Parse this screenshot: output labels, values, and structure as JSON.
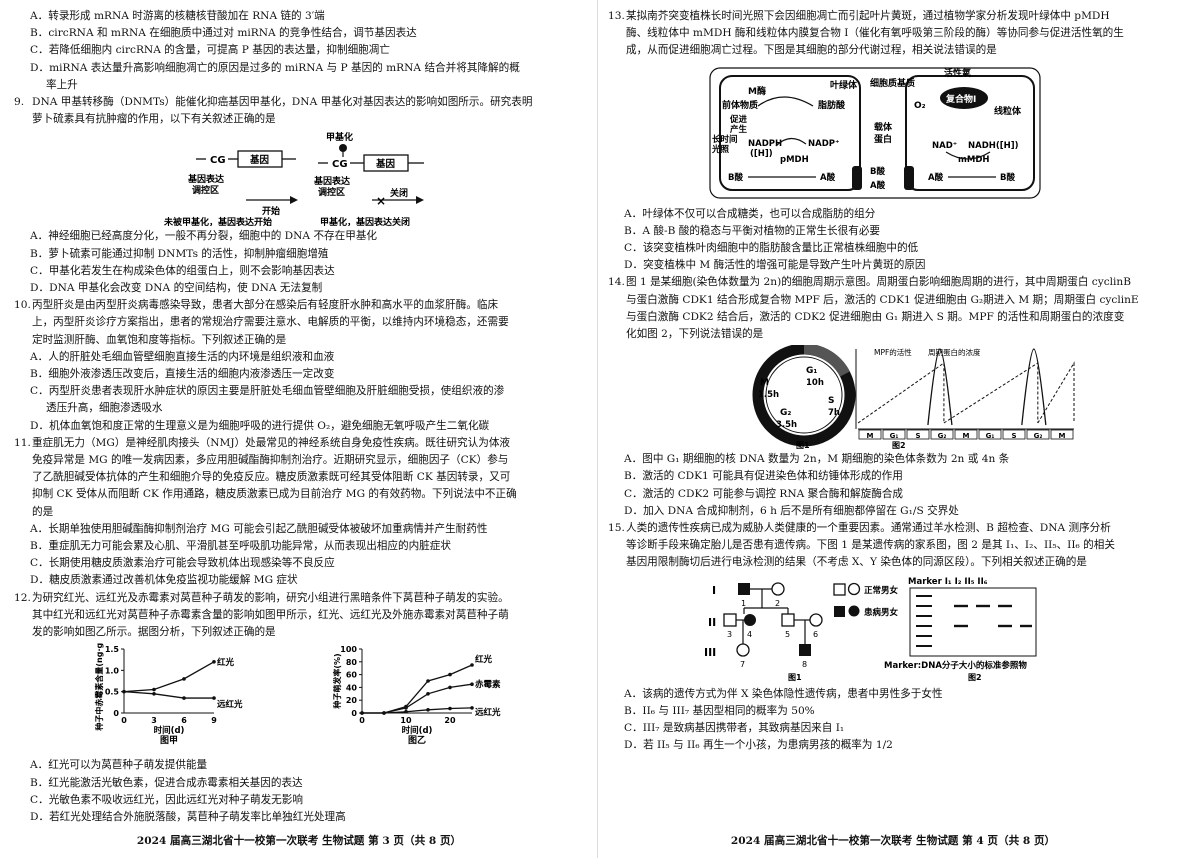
{
  "left": {
    "q8_options": [
      "A．转录形成 mRNA 时游离的核糖核苷酸加在 RNA 链的 3′端",
      "B．circRNA 和 mRNA 在细胞质中通过对 miRNA 的竞争性结合，调节基因表达",
      "C．若降低细胞内 circRNA 的含量，可提高 P 基因的表达量，抑制细胞凋亡",
      "D．miRNA 表达量升高影响细胞凋亡的原因是过多的 miRNA 与 P 基因的 mRNA 结合并将其降解的概",
      "率上升"
    ],
    "q9": {
      "num": "9.",
      "stem": [
        "DNA 甲基转移酶（DNMTs）能催化抑癌基因甲基化，DNA 甲基化对基因表达的影响如图所示。研究表明",
        "萝卜硫素具有抗肿瘤的作用，以下有关叙述正确的是"
      ],
      "fig": {
        "methyl": "甲基化",
        "cg": "CG",
        "gene": "基因",
        "region": [
          "基因表达",
          "调控区"
        ],
        "start": "开始",
        "off": "关闭",
        "cap_left": "未被甲基化，基因表达开始",
        "cap_right": "甲基化，基因表达关闭"
      },
      "options": [
        "A．神经细胞已经高度分化，一般不再分裂，细胞中的 DNA 不存在甲基化",
        "B．萝卜硫素可能通过抑制 DNMTs 的活性，抑制肿瘤细胞增殖",
        "C．甲基化若发生在构成染色体的组蛋白上，则不会影响基因表达",
        "D．DNA 甲基化会改变 DNA 的空间结构，使 DNA 无法复制"
      ]
    },
    "q10": {
      "num": "10.",
      "stem": [
        "丙型肝炎是由丙型肝炎病毒感染导致，患者大部分在感染后有轻度肝水肿和高水平的血浆肝酶。临床",
        "上，丙型肝炎诊疗方案指出，患者的常规治疗需要注意水、电解质的平衡，以维持内环境稳态，还需要",
        "定时监测肝酶、血氧饱和度等指标。下列叙述正确的是"
      ],
      "options": [
        "A．人的肝脏处毛细血管壁细胞直接生活的内环境是组织液和血液",
        "B．细胞外液渗透压改变后，直接生活的细胞内液渗透压一定改变",
        "C．丙型肝炎患者表现肝水肿症状的原因主要是肝脏处毛细血管壁细胞及肝脏细胞受损，使组织液的渗",
        "透压升高，细胞渗透吸水",
        "D．机体血氧饱和度正常的生理意义是为细胞呼吸的进行提供 O₂，避免细胞无氧呼吸产生二氧化碳"
      ]
    },
    "q11": {
      "num": "11.",
      "stem": [
        "重症肌无力（MG）是神经肌肉接头（NMJ）处最常见的神经系统自身免疫性疾病。既往研究认为体液",
        "免疫异常是 MG 的唯一发病因素，多应用胆碱酯酶抑制剂治疗。近期研究显示，细胞因子（CK）参与",
        "了乙酰胆碱受体抗体的产生和细胞介导的免疫反应。糖皮质激素既可经其受体阻断 CK 基因转录，又可",
        "抑制 CK 受体从而阻断 CK 作用通路，糖皮质激素已成为目前治疗 MG 的有效药物。下列说法中不正确",
        "的是"
      ],
      "options": [
        "A．长期单独使用胆碱酯酶抑制剂治疗 MG 可能会引起乙酰胆碱受体被破坏加重病情并产生耐药性",
        "B．重症肌无力可能会累及心肌、平滑肌甚至呼吸肌功能异常，从而表现出相应的内脏症状",
        "C．长期使用糖皮质激素治疗可能会导致机体出现感染等不良反应",
        "D．糖皮质激素通过改善机体免疫监视功能缓解 MG 症状"
      ]
    },
    "q12": {
      "num": "12.",
      "stem": [
        "为研究红光、远红光及赤霉素对莴苣种子萌发的影响，研究小组进行黑暗条件下莴苣种子萌发的实验。",
        "其中红光和远红光对莴苣种子赤霉素含量的影响如图甲所示，红光、远红光及外施赤霉素对莴苣种子萌",
        "发的影响如图乙所示。据图分析，下列叙述正确的是"
      ],
      "options": [
        "A．红光可以为莴苣种子萌发提供能量",
        "B．红光能激活光敏色素，促进合成赤霉素相关基因的表达",
        "C．光敏色素不吸收远红光，因此远红光对种子萌发无影响",
        "D．若红光处理结合外施脱落酸，莴苣种子萌发率比单独红光处理高"
      ]
    },
    "footer": "2024 届高三湖北省十一校第一次联考 生物试题 第 3 页（共 8 页）"
  },
  "chart_data": [
    {
      "type": "line",
      "title": "图甲",
      "xlabel": "时间(d)",
      "ylabel": "种子中赤霉素含量(ng·g⁻¹)",
      "x": [
        0,
        3,
        6,
        9
      ],
      "xticks": [
        "0",
        "3",
        "6",
        "9"
      ],
      "yticks": [
        "0",
        "0.5",
        "1.0",
        "1.5"
      ],
      "ylim": [
        0,
        1.5
      ],
      "series": [
        {
          "name": "红光",
          "values": [
            0.5,
            0.55,
            0.8,
            1.2
          ]
        },
        {
          "name": "远红光",
          "values": [
            0.5,
            0.45,
            0.35,
            0.35
          ]
        }
      ]
    },
    {
      "type": "line",
      "title": "图乙",
      "xlabel": "时间(d)",
      "ylabel": "种子萌发率(%)",
      "x": [
        0,
        5,
        10,
        15,
        20,
        25
      ],
      "xticks": [
        "0",
        "10",
        "20"
      ],
      "yticks": [
        "0",
        "20",
        "40",
        "60",
        "80",
        "100"
      ],
      "ylim": [
        0,
        100
      ],
      "series": [
        {
          "name": "红光",
          "values": [
            0,
            0,
            10,
            50,
            60,
            75
          ]
        },
        {
          "name": "赤霉素",
          "values": [
            0,
            0,
            8,
            30,
            40,
            45
          ]
        },
        {
          "name": "远红光",
          "values": [
            0,
            0,
            2,
            5,
            7,
            8
          ]
        }
      ]
    },
    {
      "type": "line",
      "title": "图2",
      "legend": [
        "MPF的活性",
        "周期蛋白的浓度"
      ],
      "ticks": [
        "M",
        "G₁",
        "S",
        "G₂",
        "M",
        "G₁",
        "S",
        "G₂",
        "M"
      ]
    }
  ],
  "right": {
    "q13": {
      "num": "13.",
      "stem": [
        "某拟南芥突变植株长时间光照下会因细胞凋亡而引起叶片黄斑，通过植物学家分析发现叶绿体中 pMDH",
        "酶、线粒体中 mMDH 酶和线粒体内膜复合物 I（催化有氧呼吸第三阶段的酶）等协同参与促进活性氧的生",
        "成，从而促进细胞凋亡过程。下图是其细胞的部分代谢过程，相关说法错误的是"
      ],
      "fig": {
        "chloroplast": "叶绿体",
        "cytosol": "细胞质基质",
        "ros": "活性氧",
        "mito": "线粒体",
        "complex": "复合物Ⅰ",
        "enzymeM": "M酶",
        "fatty": "脂肪酸",
        "precursor": "前体物质",
        "promote": [
          "促进",
          "产生"
        ],
        "light": [
          "长时间",
          "光照"
        ],
        "nadph": "NADPH",
        "nadp": "NADP⁺",
        "h": "([H])",
        "pmdh": "pMDH",
        "mmdh": "mMDH",
        "carrier": [
          "载体",
          "蛋白"
        ],
        "o2": "O₂",
        "nad": "NAD⁺",
        "nadh": "NADH([H])",
        "acidA": "A酸",
        "acidB": "B酸"
      },
      "options": [
        "A．叶绿体不仅可以合成糖类，也可以合成脂肪的组分",
        "B．A 酸-B 酸的稳态与平衡对植物的正常生长很有必要",
        "C．该突变植株叶肉细胞中的脂肪酸含量比正常植株细胞中的低",
        "D．突变植株中 M 酶活性的增强可能是导致产生叶片黄斑的原因"
      ]
    },
    "q14": {
      "num": "14.",
      "stem": [
        "图 1 是某细胞(染色体数量为 2n)的细胞周期示意图。周期蛋白影响细胞周期的进行，其中周期蛋白 cyclinB",
        "与蛋白激酶 CDK1 结合形成复合物 MPF 后，激活的 CDK1 促进细胞由 G₂期进入 M 期；周期蛋白 cyclinE",
        "与蛋白激酶 CDK2 结合后，激活的 CDK2 促进细胞由 G₁ 期进入 S 期。MPF 的活性和周期蛋白的浓度变",
        "化如图 2，下列说法错误的是"
      ],
      "fig1": {
        "m": "M",
        "m_t": "1.5h",
        "g1": "G₁",
        "g1_t": "10h",
        "s": "S",
        "s_t": "7h",
        "g2": "G₂",
        "g2_t": "3.5h",
        "cap": "图1"
      },
      "fig2cap": "图2",
      "options": [
        "A．图中 G₁ 期细胞的核 DNA 数量为 2n，M 期细胞的染色体条数为 2n 或 4n 条",
        "B．激活的 CDK1 可能具有促进染色体和纺锤体形成的作用",
        "C．激活的 CDK2 可能参与调控 RNA 聚合酶和解旋酶合成",
        "D．加入 DNA 合成抑制剂，6 h 后不是所有细胞都停留在 G₁/S 交界处"
      ]
    },
    "q15": {
      "num": "15.",
      "stem": [
        "人类的遗传性疾病已成为威胁人类健康的一个重要因素。通常通过羊水检测、B 超检查、DNA 测序分析",
        "等诊断手段来确定胎儿是否患有遗传病。下图 1 是某遗传病的家系图，图 2 是其 I₁、I₂、II₅、II₆ 的相关",
        "基因用限制酶切后进行电泳检测的结果（不考虑 X、Y 染色体的同源区段）。下列相关叙述正确的是"
      ],
      "pedigree": {
        "gen": [
          "I",
          "II",
          "III"
        ],
        "nums": [
          "1",
          "2",
          "3",
          "4",
          "5",
          "6",
          "7",
          "8"
        ],
        "legend_normal": "正常男女",
        "legend_affected": "患病男女",
        "cap": "图1"
      },
      "gel": {
        "header": "Marker  I₁  I₂  II₅  II₆",
        "note": "Marker:DNA分子大小的标准参照物",
        "cap": "图2"
      },
      "options": [
        "A．该病的遗传方式为伴 X 染色体隐性遗传病，患者中男性多于女性",
        "B．II₆ 与 III₇ 基因型相同的概率为 50%",
        "C．III₇ 是致病基因携带者，其致病基因来自 I₁",
        "D．若 II₅ 与 II₆ 再生一个小孩，为患病男孩的概率为 1/2"
      ]
    },
    "footer": "2024 届高三湖北省十一校第一次联考 生物试题 第 4 页（共 8 页）"
  }
}
